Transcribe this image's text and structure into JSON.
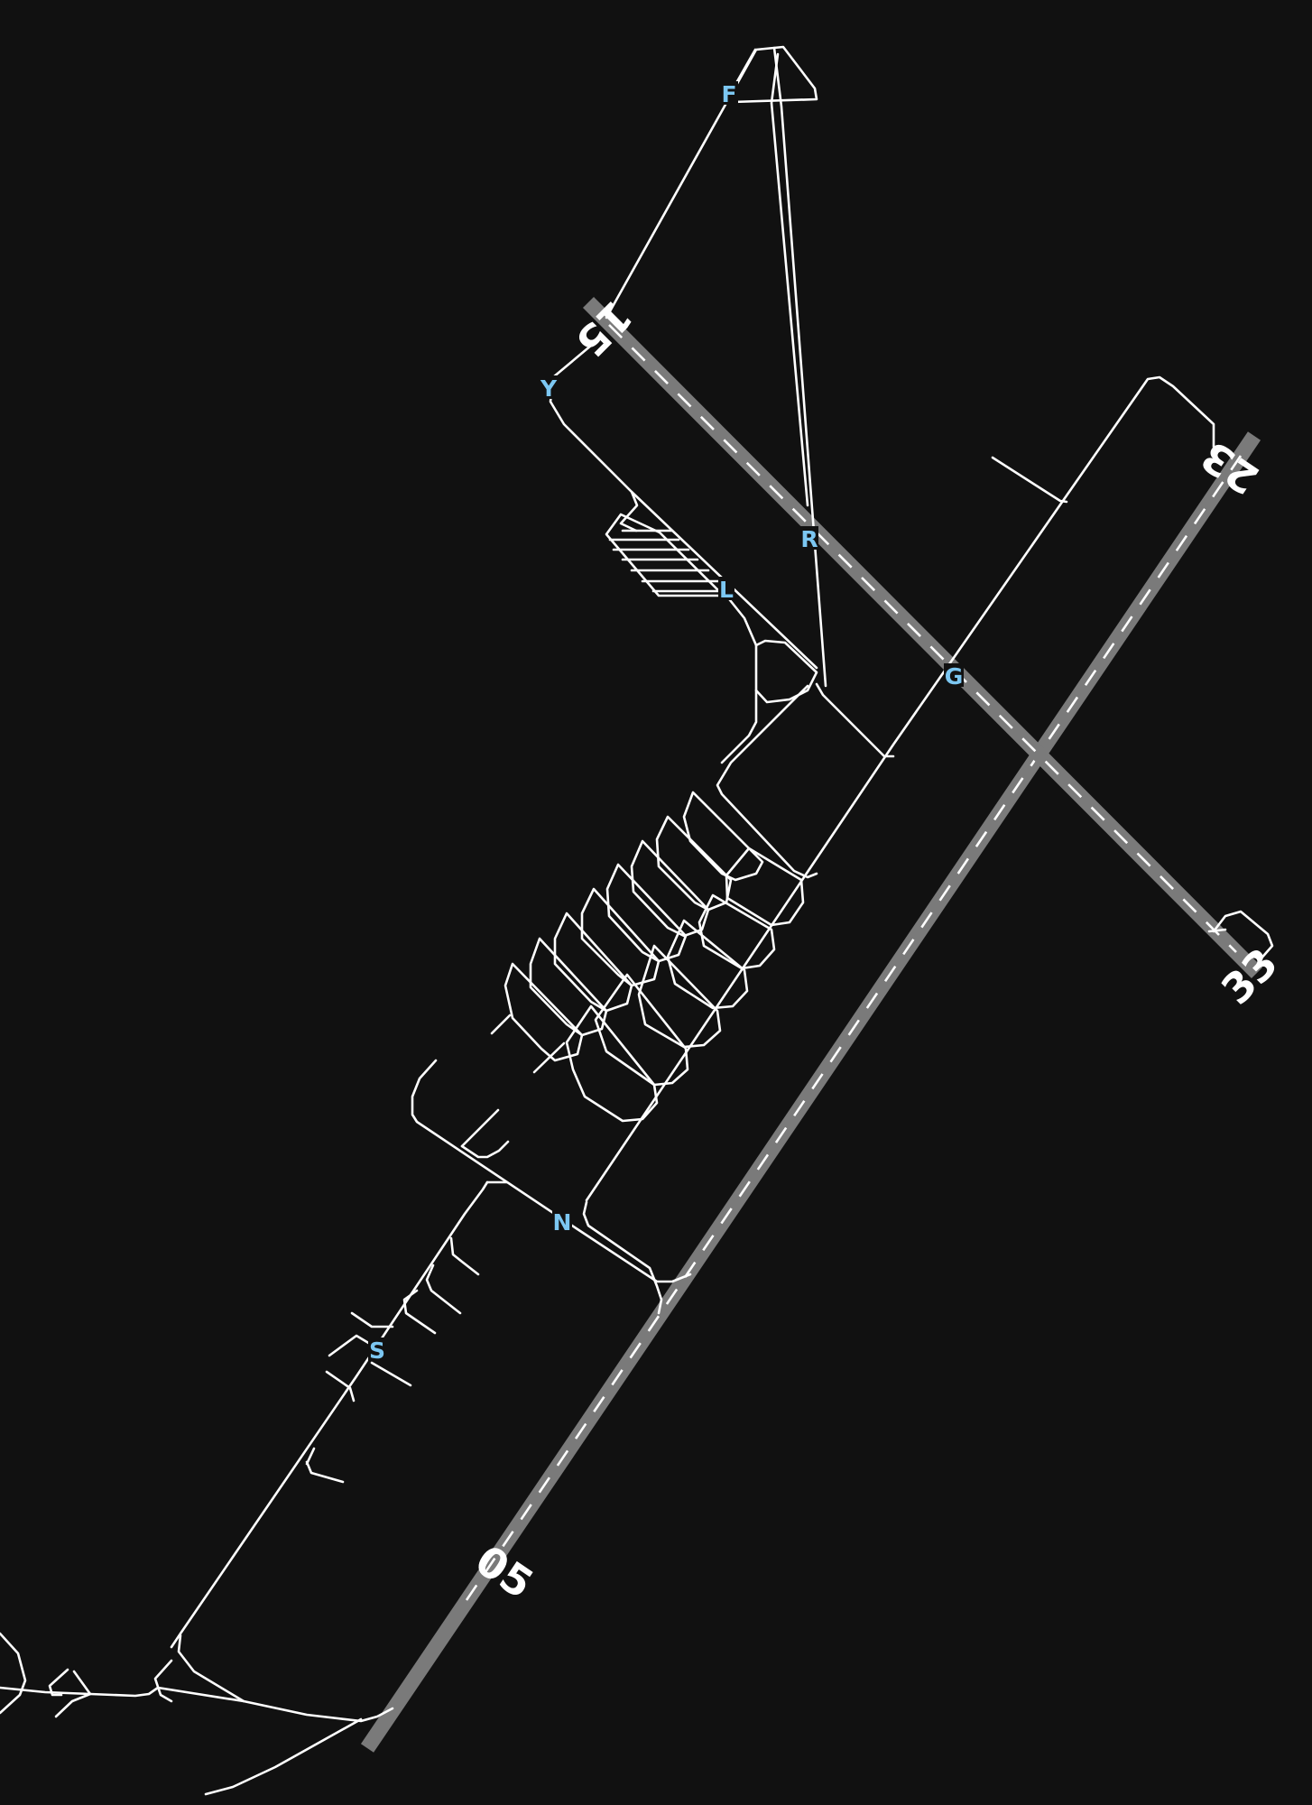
{
  "map": {
    "background_color": "#111111",
    "taxiway_color": "#ffffff",
    "runway_color": "#7a7a7a",
    "label_color": "#7cc7f2"
  },
  "runways": [
    {
      "id": "05-23",
      "end_a": "05",
      "end_b": "23"
    },
    {
      "id": "15-33",
      "end_a": "15",
      "end_b": "33"
    }
  ],
  "taxiway_labels": [
    "F",
    "Y",
    "R",
    "L",
    "G",
    "N",
    "S"
  ]
}
